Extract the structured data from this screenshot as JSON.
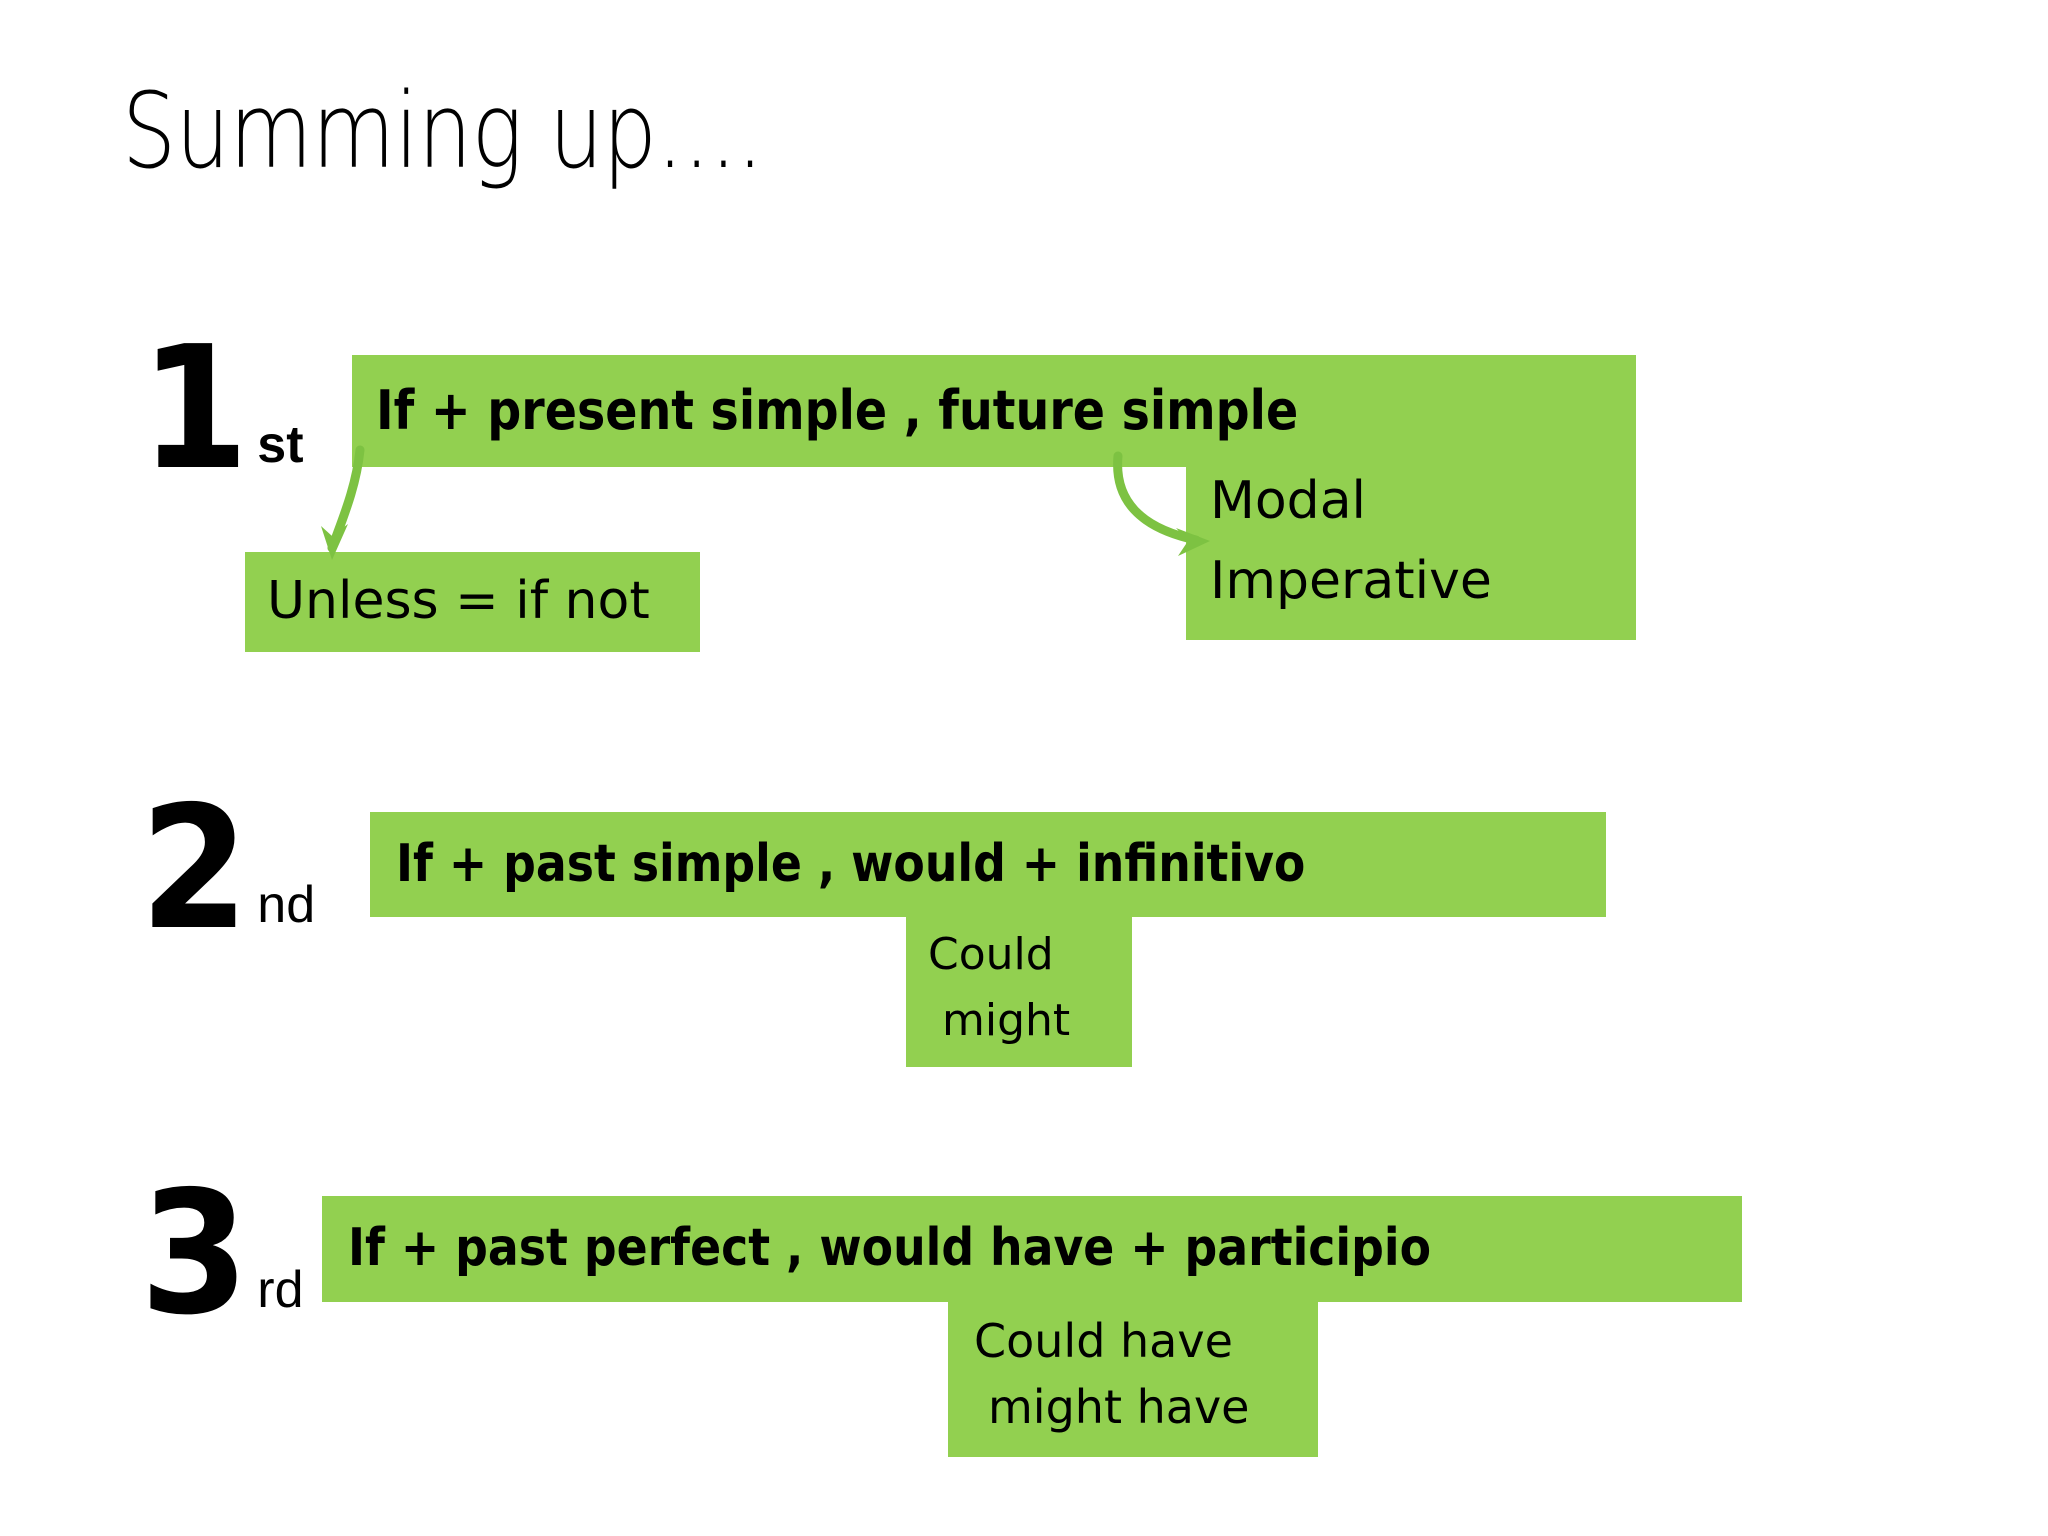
{
  "slide": {
    "title": "Summing up....",
    "background_color": "#FFFFFF",
    "accent_color": "#92D050",
    "text_color": "#000000"
  },
  "conditionals": [
    {
      "ordinal_number": "1",
      "ordinal_suffix": "st",
      "formula": "If   + present simple    ,    future  simple",
      "notes": {
        "if_clause_note": "Unless = if not",
        "result_clause_note_line1": "Modal",
        "result_clause_note_line2": "Imperative"
      }
    },
    {
      "ordinal_number": "2",
      "ordinal_suffix": "nd",
      "formula": "If + past simple   ,  would + infinitivo",
      "notes": {
        "result_alt_line1": "Could",
        "result_alt_line2": "might"
      }
    },
    {
      "ordinal_number": "3",
      "ordinal_suffix": "rd",
      "formula": "If + past perfect  ,  would have + participio",
      "notes": {
        "result_alt_line1": "Could  have",
        "result_alt_line2": "might  have"
      }
    }
  ],
  "arrows": [
    {
      "name": "arrow-to-unless",
      "direction": "down-left",
      "color": "#92D050"
    },
    {
      "name": "arrow-to-modal",
      "direction": "down-right",
      "color": "#92D050"
    }
  ]
}
